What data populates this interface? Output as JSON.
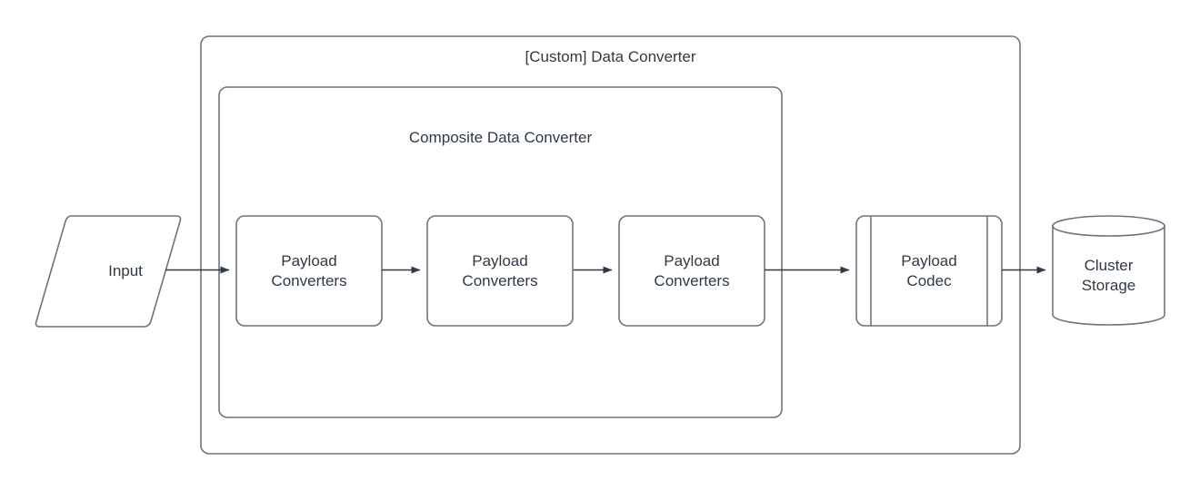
{
  "diagram": {
    "type": "flowchart",
    "background_color": "#ffffff",
    "stroke_color": "#6c7480",
    "text_color": "#2f3a46",
    "containers": [
      {
        "id": "custom-data-converter",
        "label": "[Custom] Data Converter",
        "shape": "rounded-rectangle",
        "title_position": "top-center"
      },
      {
        "id": "composite-data-converter",
        "label": "Composite Data Converter",
        "shape": "rounded-rectangle",
        "title_position": "top-center"
      }
    ],
    "nodes": [
      {
        "id": "input",
        "label": "Input",
        "shape": "parallelogram"
      },
      {
        "id": "payload-converters-1",
        "label": "Payload\nConverters",
        "shape": "rounded-rectangle"
      },
      {
        "id": "payload-converters-2",
        "label": "Payload\nConverters",
        "shape": "rounded-rectangle"
      },
      {
        "id": "payload-converters-3",
        "label": "Payload\nConverters",
        "shape": "rounded-rectangle"
      },
      {
        "id": "payload-codec",
        "label": "Payload\nCodec",
        "shape": "predefined-process"
      },
      {
        "id": "cluster-storage",
        "label": "Cluster\nStorage",
        "shape": "cylinder"
      }
    ],
    "edges": [
      {
        "id": "edge-input-to-pc1",
        "from": "input",
        "to": "payload-converters-1",
        "arrow": "single",
        "style": "solid"
      },
      {
        "id": "edge-pc1-to-pc2",
        "from": "payload-converters-1",
        "to": "payload-converters-2",
        "arrow": "single",
        "style": "solid"
      },
      {
        "id": "edge-pc2-to-pc3",
        "from": "payload-converters-2",
        "to": "payload-converters-3",
        "arrow": "single",
        "style": "solid"
      },
      {
        "id": "edge-pc3-to-codec",
        "from": "payload-converters-3",
        "to": "payload-codec",
        "arrow": "single",
        "style": "solid"
      },
      {
        "id": "edge-codec-to-storage",
        "from": "payload-codec",
        "to": "cluster-storage",
        "arrow": "single",
        "style": "solid"
      }
    ]
  }
}
